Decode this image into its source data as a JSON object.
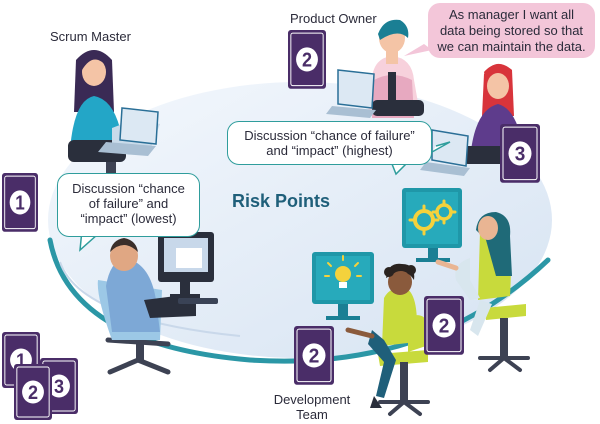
{
  "roles": {
    "scrum_master": "Scrum Master",
    "product_owner": "Product Owner",
    "development_team": [
      "Development",
      "Team"
    ]
  },
  "table_title": "Risk Points",
  "bubbles": {
    "product_owner_quote": [
      "As manager I want all",
      "data being stored so that",
      "we can maintain the data."
    ],
    "discussion_highest": [
      "Discussion “chance of failure”",
      "and “impact” (highest)"
    ],
    "discussion_lowest": [
      "Discussion “chance",
      "of failure” and",
      "“impact” (lowest)"
    ]
  },
  "cards": {
    "left_card": "1",
    "product_owner_card": "2",
    "red_hair_card": "3",
    "dev_card_front": "2",
    "dev_card_back": "2",
    "deck": [
      "1",
      "2",
      "3"
    ]
  },
  "colors": {
    "table_fill": "#e6eef8",
    "table_edge": "#2b97a6",
    "card_purple": "#4a2d68",
    "bubble_border": "#2f9d9c",
    "pink_bubble": "#f3c6d9",
    "monitor_teal": "#1f97a8",
    "chair_lime": "#c8da3c"
  },
  "icons": [
    "laptop-icon",
    "lightbulb-icon",
    "gears-icon",
    "monitor-icon"
  ]
}
